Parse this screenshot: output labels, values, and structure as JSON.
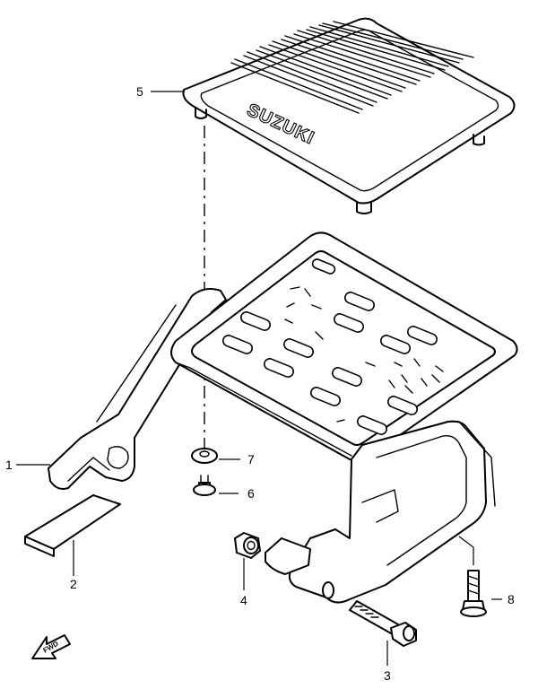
{
  "diagram": {
    "brand_mark": "SUZUKI",
    "direction_label": "FWD",
    "callouts": {
      "c1": "1",
      "c2": "2",
      "c3": "3",
      "c4": "4",
      "c5": "5",
      "c6": "6",
      "c7": "7",
      "c8": "8"
    }
  }
}
